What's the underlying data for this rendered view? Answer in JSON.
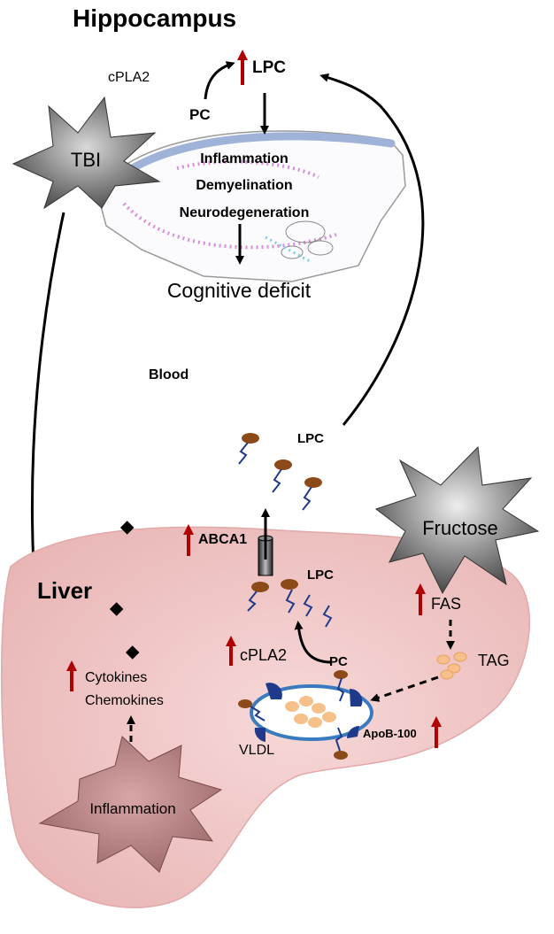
{
  "hippocampus": {
    "title": "Hippocampus",
    "lpc": "LPC",
    "enzyme": "cPLA2",
    "pc": "PC",
    "effects": [
      "Inflammation",
      "Demyelination",
      "Neurodegeneration"
    ],
    "outcome": "Cognitive deficit"
  },
  "tbi": {
    "label": "TBI"
  },
  "blood": {
    "label": "Blood",
    "lpc": "LPC"
  },
  "fructose": {
    "label": "Fructose"
  },
  "liver": {
    "label": "Liver",
    "abca1": "ABCA1",
    "lpc": "LPC",
    "cpla2": "cPLA2",
    "pc": "PC",
    "fas": "FAS",
    "tag": "TAG",
    "vldl": "VLDL",
    "apob": "ApoB-100",
    "cytokines": "Cytokines",
    "chemokines": "Chemokines",
    "inflammation": "Inflammation"
  },
  "colors": {
    "liver_fill": "#f2c8c8",
    "liver_edge": "#e3a9a9",
    "up_arrow": "#b00000",
    "lipid_head": "#8b4a17",
    "apob_blue": "#1f3a8a",
    "tag_droplet": "#f5c08a",
    "vldl_ring": "#3a7bbf",
    "brain_band": "#9fb2d8"
  }
}
